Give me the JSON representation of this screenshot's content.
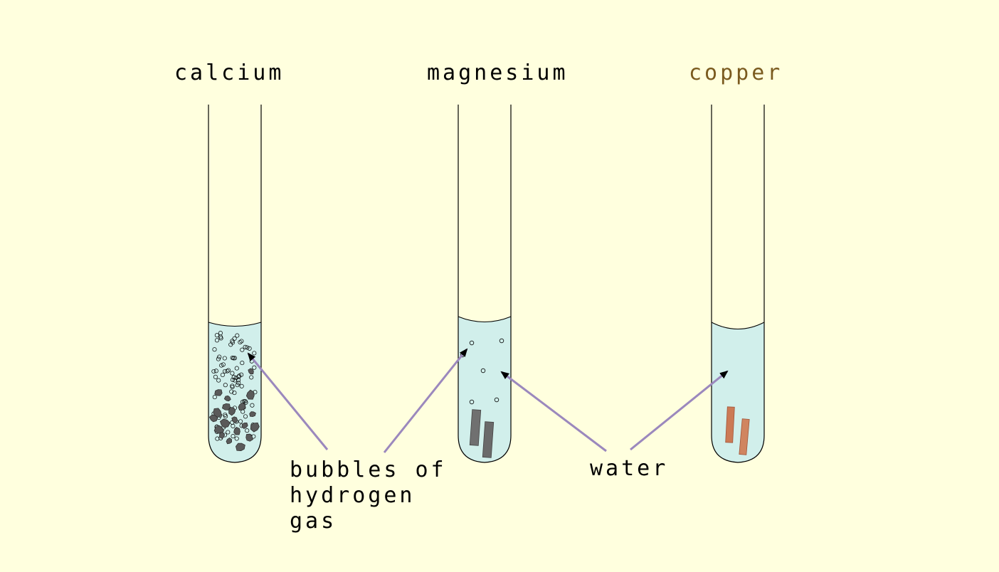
{
  "labels": {
    "calcium": "calcium",
    "magnesium": "magnesium",
    "copper": "copper",
    "bubbles_line1": "bubbles of",
    "bubbles_line2": "hydrogen",
    "bubbles_line3": "gas",
    "water": "water"
  },
  "colors": {
    "background": "#ffffde",
    "water": "#d1efeb",
    "arrow": "#9b88bd",
    "copper_label": "#7a5a1e",
    "copper_metal": "#cc7a55",
    "magnesium_metal": "#6e6e6e",
    "calcium_lump": "#5a5a5a",
    "outline": "#000000"
  },
  "icons": {
    "tube": "test-tube",
    "bubble": "gas-bubble",
    "calcium": "calcium-granule",
    "magnesium": "magnesium-ribbon",
    "copper": "copper-strip"
  }
}
